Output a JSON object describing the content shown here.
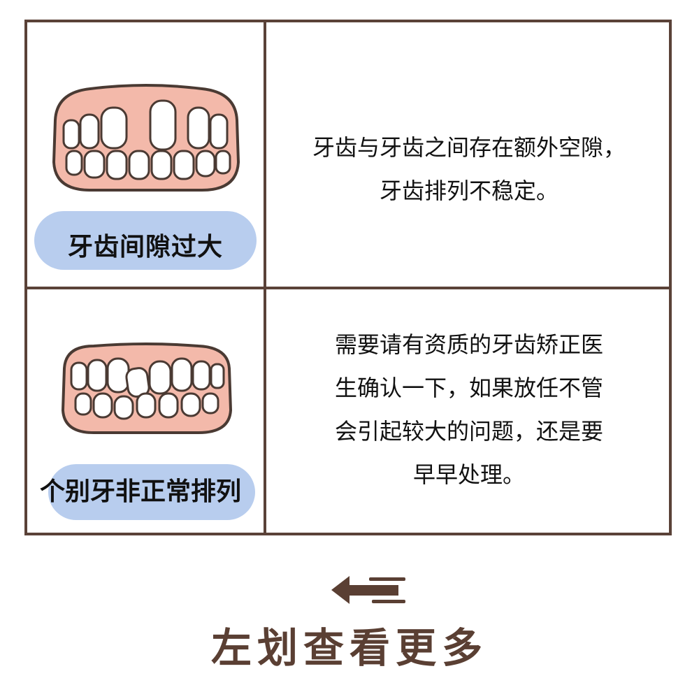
{
  "rows": [
    {
      "label": "牙齿间隙过大",
      "lines": [
        "牙齿与牙齿之间存在额外空隙，",
        "牙齿排列不稳定。"
      ],
      "illustration": "gapped-teeth-illustration"
    },
    {
      "label": "个别牙非正常排列",
      "lines": [
        "需要请有资质的牙齿矫正医",
        "生确认一下，如果放任不管",
        "会引起较大的问题，还是要",
        "早早处理。"
      ],
      "illustration": "misaligned-teeth-illustration"
    }
  ],
  "footer": {
    "text": "左划查看更多",
    "icon": "left-arrow-icon"
  },
  "colors": {
    "border": "#5a4238",
    "pill": "#b8cdee",
    "gum": "#f3b9aa",
    "footer_text": "#5a3f33"
  }
}
